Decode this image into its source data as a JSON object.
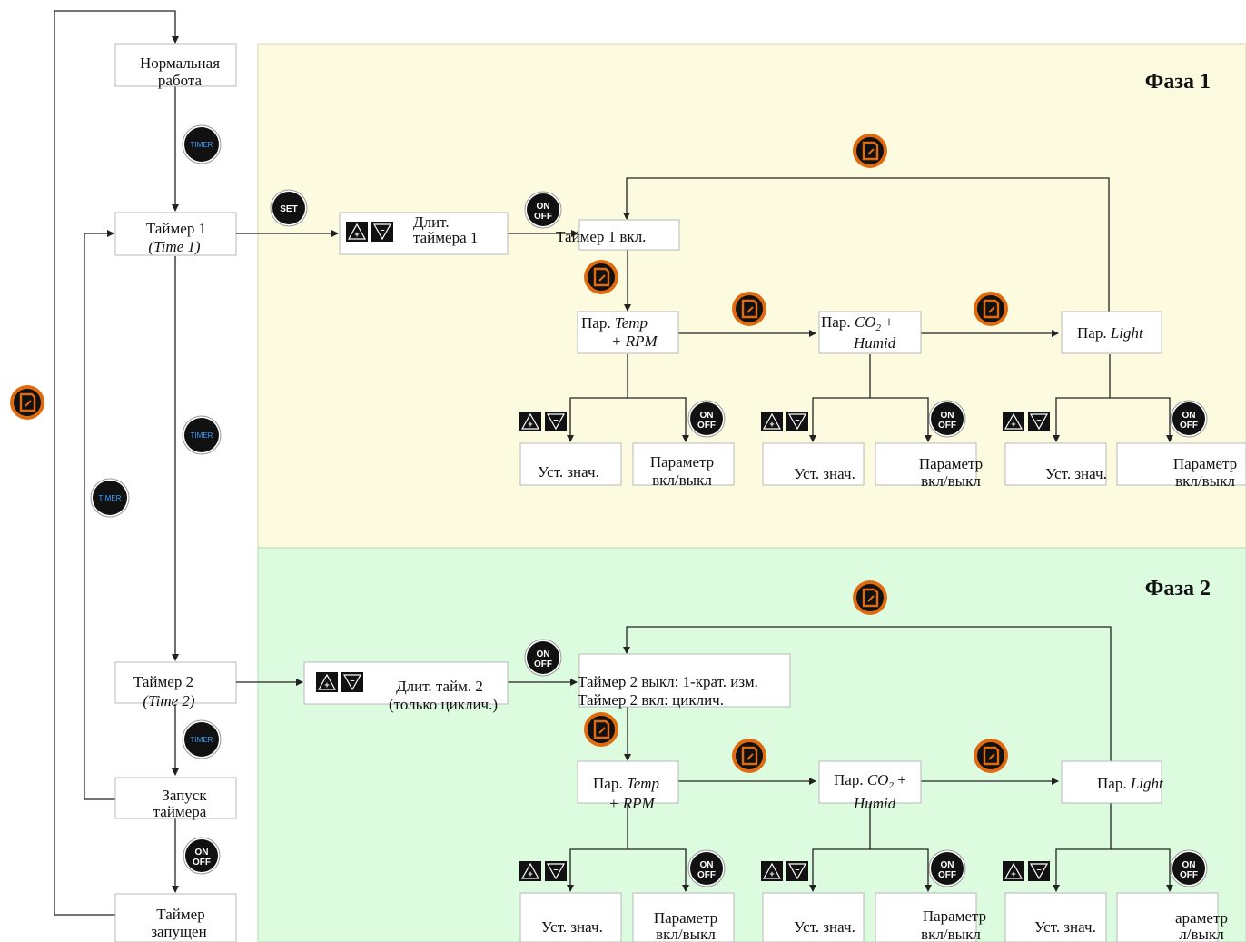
{
  "colors": {
    "phase1_bg": "#fcfbe0",
    "phase2_bg": "#dcfbdf",
    "button_dark": "#111111",
    "page_icon_orange": "#e06a10",
    "timer_text_blue": "#3aa0ff"
  },
  "phases": {
    "phase1_title": "Фаза 1",
    "phase2_title": "Фаза 2"
  },
  "left_flow": {
    "normal": [
      "Нормальная",
      "работа"
    ],
    "timer1": [
      "Таймер 1",
      "(Time 1)"
    ],
    "timer2": [
      "Таймер 2",
      "(Time 2)"
    ],
    "start": [
      "Запуск",
      "таймера"
    ],
    "running": [
      "Таймер",
      "запущен"
    ]
  },
  "phase1": {
    "duration": [
      "Длит.",
      "таймера 1"
    ],
    "timer_on": "Таймер 1 вкл.",
    "par_temp": [
      "Пар. ",
      "Temp",
      "+ RPM"
    ],
    "par_co2": [
      "Пар. ",
      "CO",
      "2",
      " +",
      "Humid"
    ],
    "par_light": [
      "Пар. ",
      "Light"
    ],
    "set_value": "Уст. знач.",
    "param_toggle": [
      "Параметр",
      "вкл/выкл"
    ]
  },
  "phase2": {
    "duration": [
      "Длит. тайм. 2",
      "(только циклич.)"
    ],
    "timer_state": [
      "Таймер 2 выкл: 1-крат. изм.",
      "Таймер 2 вкл: циклич."
    ],
    "par_temp": [
      "Пар. ",
      "Temp",
      "+ RPM"
    ],
    "par_co2": [
      "Пар. ",
      "CO",
      "2",
      " +",
      "Humid"
    ],
    "par_light": [
      "Пар. ",
      "Light"
    ],
    "set_value": "Уст. знач.",
    "param_toggle": [
      "Параметр",
      "вкл/выкл"
    ],
    "param_toggle_partial": [
      "араметр",
      "л/выкл"
    ]
  },
  "buttons": {
    "set": "SET",
    "on": "ON",
    "off": "OFF",
    "timer": "TIMER",
    "plus": "+",
    "minus": "–"
  },
  "icons": {
    "page": "page-icon",
    "timer": "timer-button-icon",
    "set": "set-button-icon",
    "onoff": "onoff-button-icon",
    "up": "up-arrow-icon",
    "down": "down-arrow-icon"
  }
}
